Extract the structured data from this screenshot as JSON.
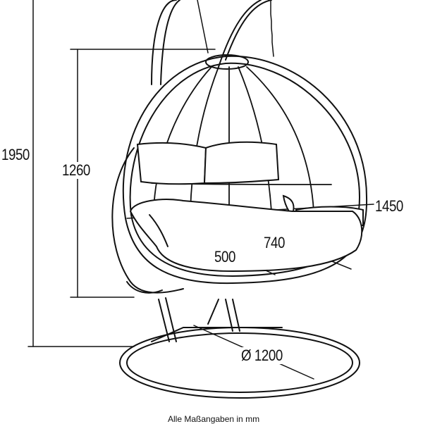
{
  "dimensions": {
    "total_height": "1950",
    "chair_height": "1260",
    "chair_width": "1450",
    "seat_width": "740",
    "seat_depth": "500",
    "base_diameter": "Ø 1200"
  },
  "footnote": "Alle Maßangaben in mm"
}
